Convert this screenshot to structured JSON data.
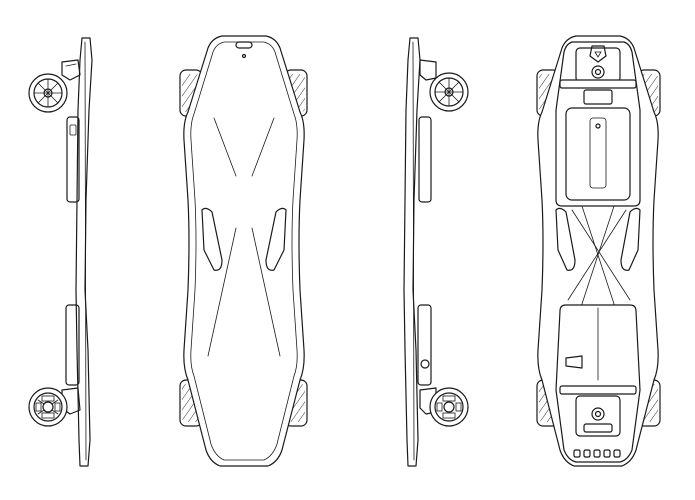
{
  "colors": {
    "line": "#1a1a1a",
    "background": "#ffffff"
  },
  "views": [
    {
      "id": "side-left",
      "kind": "side"
    },
    {
      "id": "top",
      "kind": "top"
    },
    {
      "id": "side-right",
      "kind": "side"
    },
    {
      "id": "bottom",
      "kind": "bottom"
    }
  ]
}
